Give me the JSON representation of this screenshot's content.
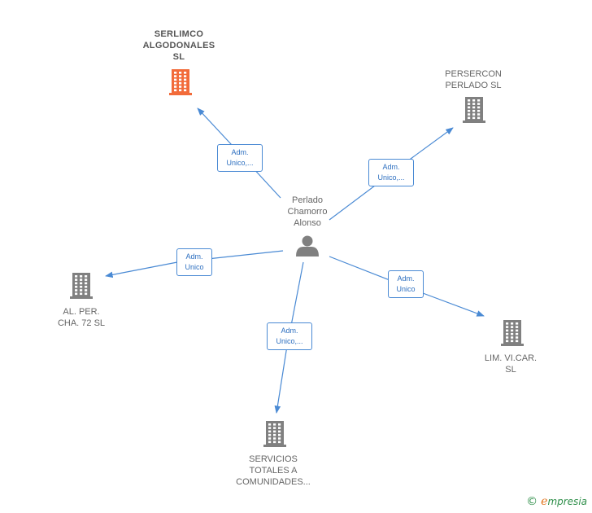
{
  "center": {
    "lines": [
      "Perlado",
      "Chamorro",
      "Alonso"
    ],
    "icon": "person-icon"
  },
  "companies": [
    {
      "id": "serlimco",
      "lines": [
        "SERLIMCO",
        "ALGODONALES",
        "SL"
      ],
      "highlight": true,
      "color": "#f26b3a",
      "icon": "building-icon"
    },
    {
      "id": "persercon",
      "lines": [
        "PERSERCON",
        "PERLADO SL"
      ],
      "highlight": false,
      "color": "#808080",
      "icon": "building-icon"
    },
    {
      "id": "al-per",
      "lines": [
        "AL.  PER.",
        "CHA. 72 SL"
      ],
      "highlight": false,
      "color": "#808080",
      "icon": "building-icon"
    },
    {
      "id": "limvicar",
      "lines": [
        "LIM. VI.CAR.",
        "SL"
      ],
      "highlight": false,
      "color": "#808080",
      "icon": "building-icon"
    },
    {
      "id": "servicios",
      "lines": [
        "SERVICIOS",
        "TOTALES A",
        "COMUNIDADES..."
      ],
      "highlight": false,
      "color": "#808080",
      "icon": "building-icon"
    }
  ],
  "edges": [
    {
      "to": "serlimco",
      "label": [
        "Adm.",
        "Unico,..."
      ]
    },
    {
      "to": "persercon",
      "label": [
        "Adm.",
        "Unico,..."
      ]
    },
    {
      "to": "al-per",
      "label": [
        "Adm.",
        "Unico"
      ]
    },
    {
      "to": "limvicar",
      "label": [
        "Adm.",
        "Unico"
      ]
    },
    {
      "to": "servicios",
      "label": [
        "Adm.",
        "Unico,..."
      ]
    }
  ],
  "colors": {
    "edge": "#4a8ad4",
    "person": "#808080"
  },
  "brand": {
    "copyright": "©",
    "first": "e",
    "rest": "mpresia"
  }
}
